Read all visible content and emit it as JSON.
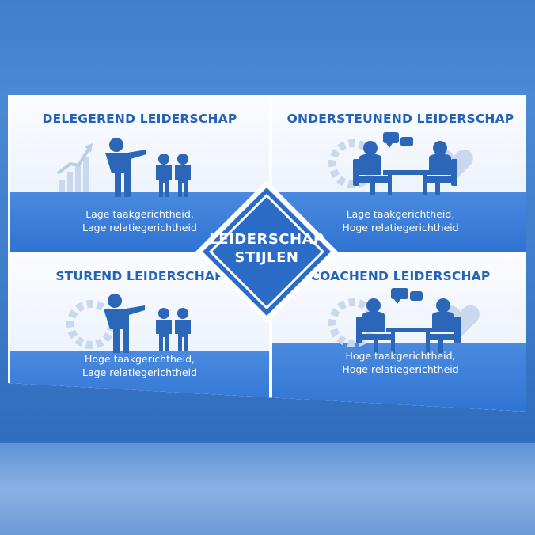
{
  "center": {
    "line1": "LEIDERSCHAP",
    "line2": "STIJLEN"
  },
  "quadrants": {
    "delegerend": {
      "title": "DELEGEREND LEIDERSCHAP",
      "desc1": "Lage taakgerichtheid,",
      "desc2": "Lage relatiegerichtheid"
    },
    "ondersteunend": {
      "title": "ONDERSTEUNEND LEIDERSCHAP",
      "desc1": "Lage taakgerichtheid,",
      "desc2": "Hoge relatiegerichtheid"
    },
    "sturend": {
      "title": "STUREND LEIDERSCHAP",
      "desc1": "Hoge taakgerichtheid,",
      "desc2": "Lage relatiegerichtheid"
    },
    "coachend": {
      "title": "COACHEND LEIDERSCHAP",
      "desc1": "Hoge taakgerichtheid,",
      "desc2": "Hoge relatiegerichtheid"
    }
  },
  "colors": {
    "primary": "#2462b8",
    "band": "#2f74d2",
    "background": "#3f7fcb"
  }
}
